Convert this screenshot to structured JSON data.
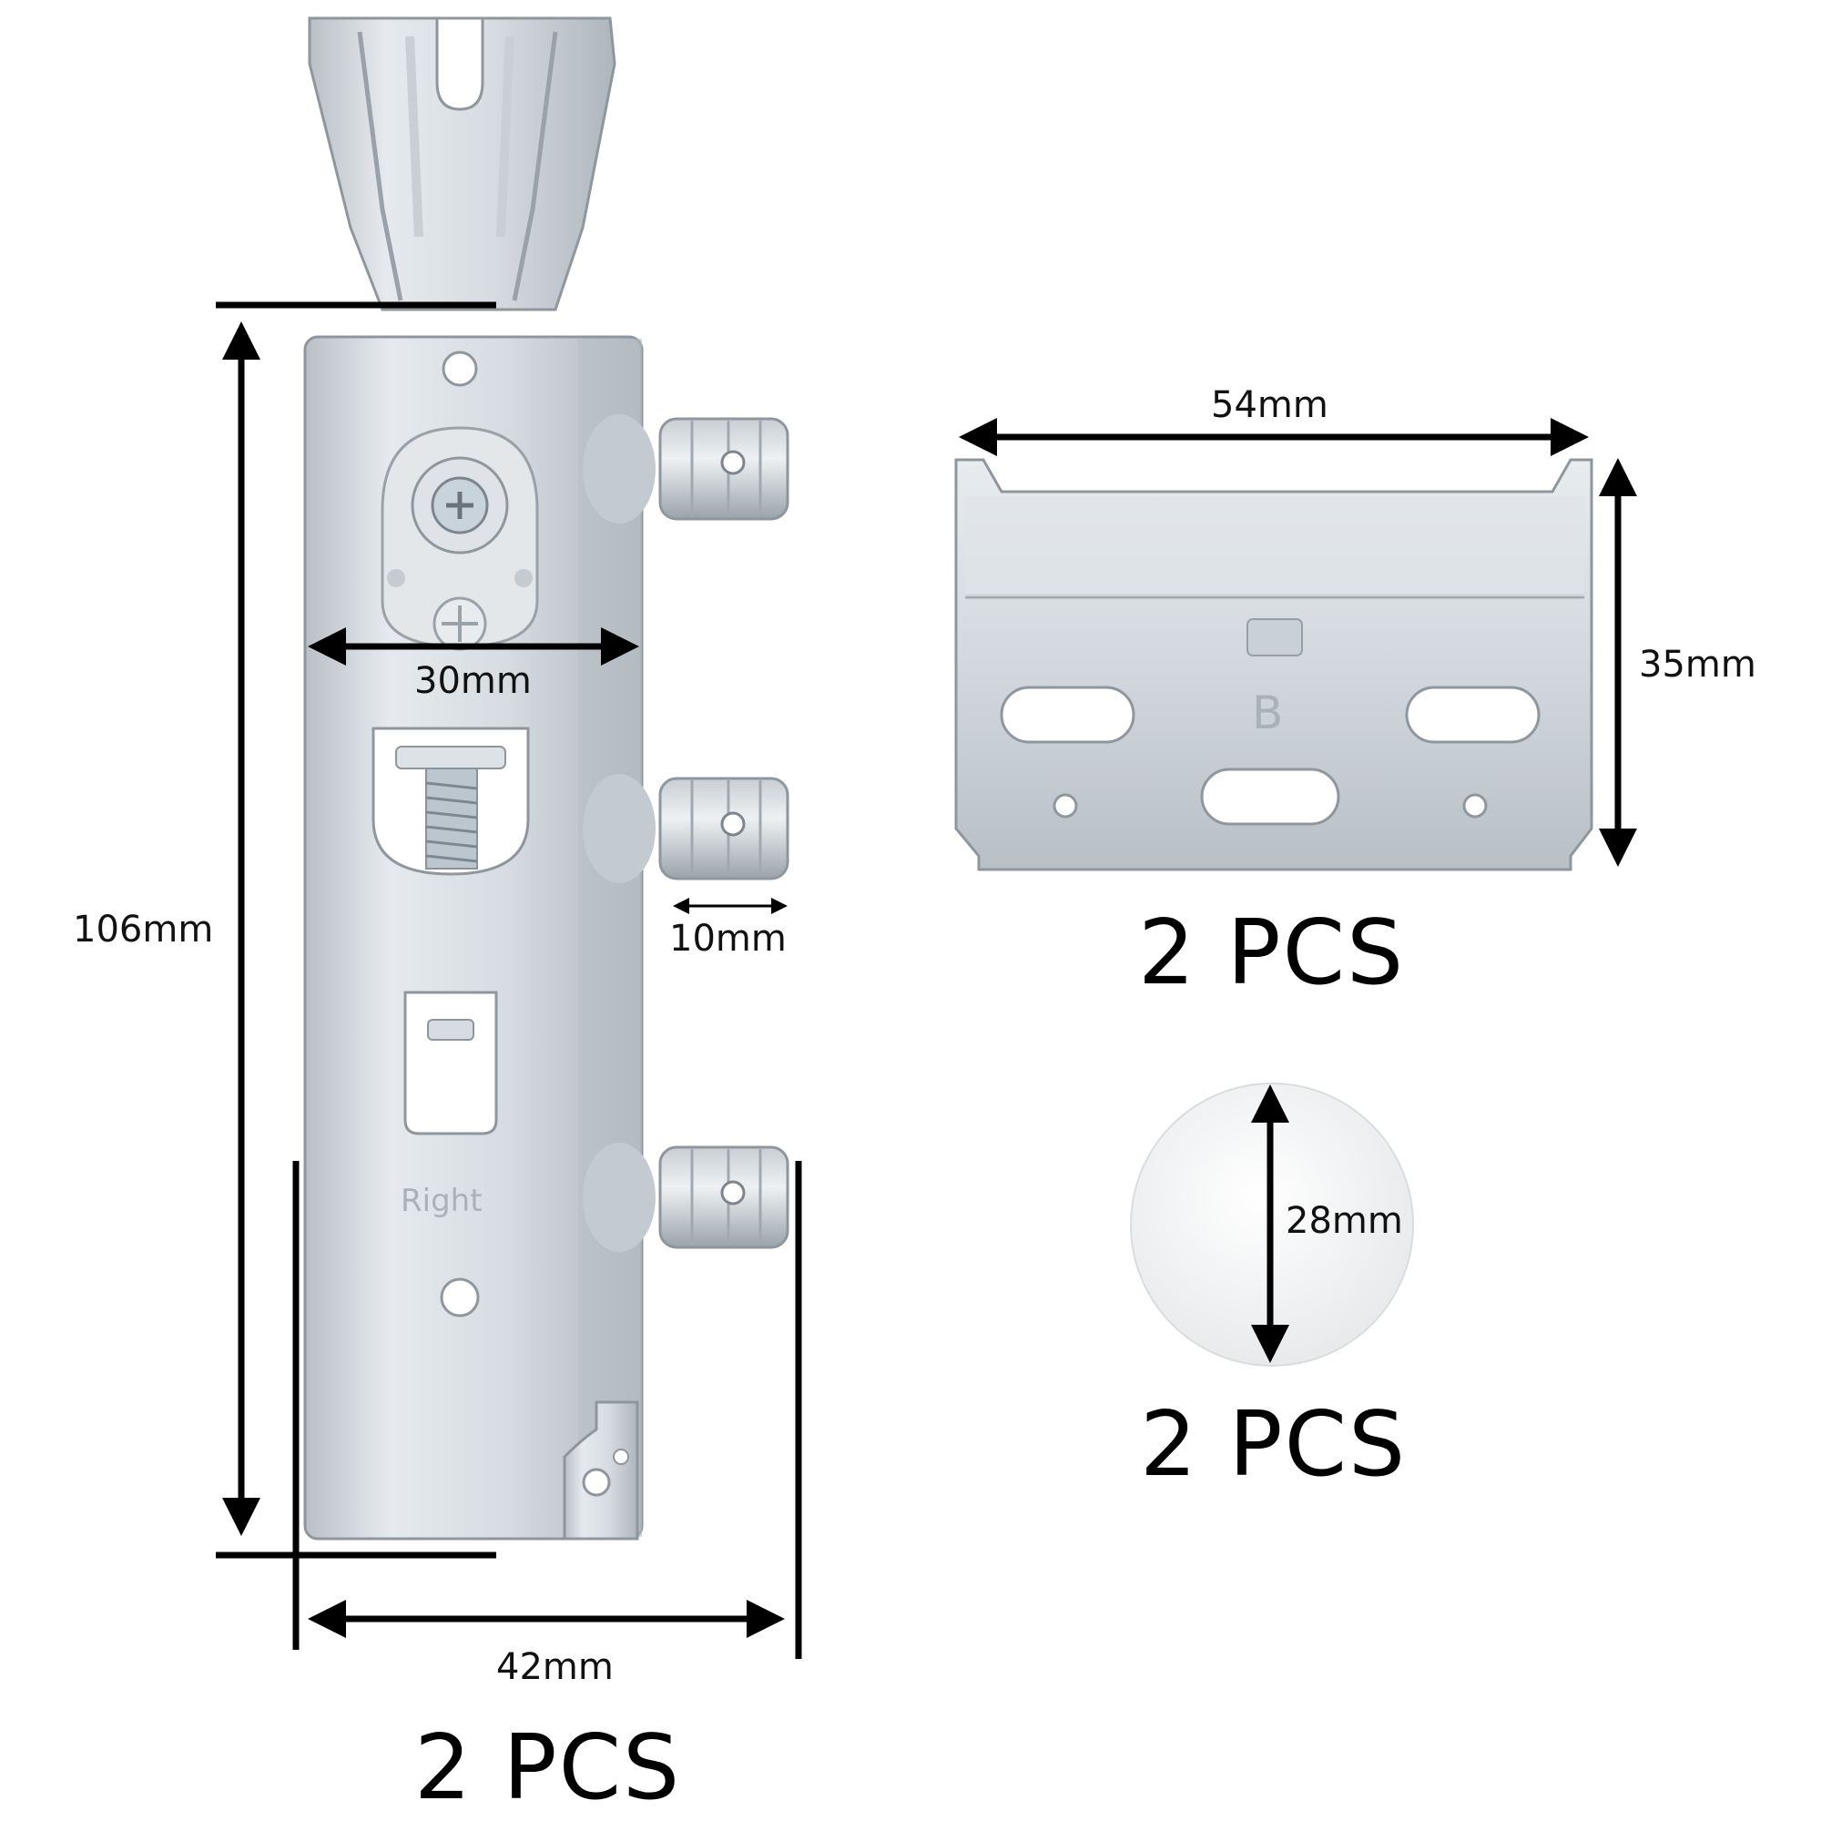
{
  "bracket": {
    "engraving": "Right",
    "dimensions": {
      "height": "106mm",
      "inner_width": "30mm",
      "peg_length": "10mm",
      "overall_width": "42mm"
    },
    "quantity": "2 PCS"
  },
  "plate": {
    "engraving": "B",
    "dimensions": {
      "width": "54mm",
      "height": "35mm"
    },
    "quantity": "2 PCS"
  },
  "cap": {
    "dimensions": {
      "diameter": "28mm"
    },
    "quantity": "2 PCS"
  },
  "colors": {
    "metal": "#d7dde2",
    "metal_dark": "#a9b1b8",
    "dimension_line": "#000000",
    "cap": "#f3f3f3"
  }
}
